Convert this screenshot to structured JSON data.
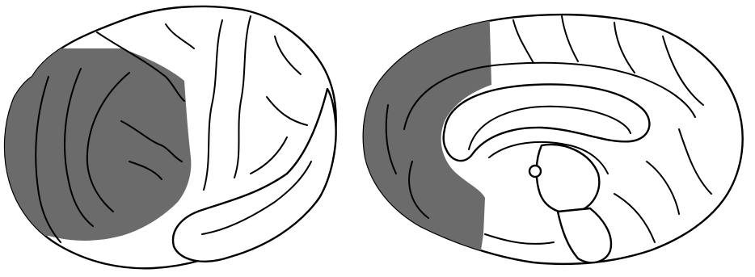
{
  "figure": {
    "background": "#ffffff",
    "line_color": "#000000",
    "highlight_color": "#6b6b6b",
    "panels": [
      {
        "view": "lateral",
        "highlighted_region": "prefrontal-cortex"
      },
      {
        "view": "medial",
        "highlighted_region": "prefrontal-cortex"
      }
    ]
  }
}
